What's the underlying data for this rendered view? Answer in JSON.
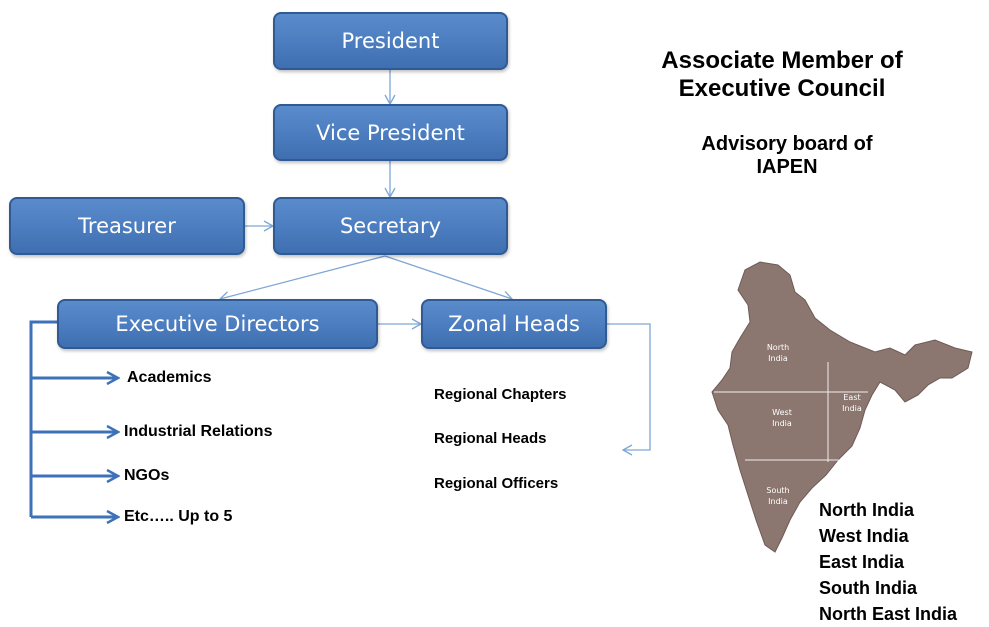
{
  "org_chart": {
    "president": "President",
    "vice_president": "Vice President",
    "treasurer": "Treasurer",
    "secretary": "Secretary",
    "executive_directors": "Executive Directors",
    "zonal_heads": "Zonal Heads"
  },
  "executive_branches": [
    "Academics",
    "Industrial Relations",
    "NGOs",
    "Etc….. Up to 5"
  ],
  "regional": [
    "Regional Chapters",
    "Regional Heads",
    "Regional Officers"
  ],
  "council": {
    "title_line1": "Associate Member of",
    "title_line2": "Executive Council",
    "advisory_line1": "Advisory board of",
    "advisory_line2": "IAPEN"
  },
  "map": {
    "fill": "#8c7670",
    "labels": {
      "north_line1": "North",
      "north_line2": "India",
      "east_line1": "East",
      "east_line2": "India",
      "west_line1": "West",
      "west_line2": "India",
      "south_line1": "South",
      "south_line2": "India"
    }
  },
  "zones": [
    "North India",
    "West India",
    "East India",
    "South India",
    "North East India"
  ],
  "colors": {
    "node_fill": "#4a7cbf",
    "node_border": "#2f5a93",
    "connector": "#7ea6d6",
    "branch_arrow": "#3d72b8"
  }
}
